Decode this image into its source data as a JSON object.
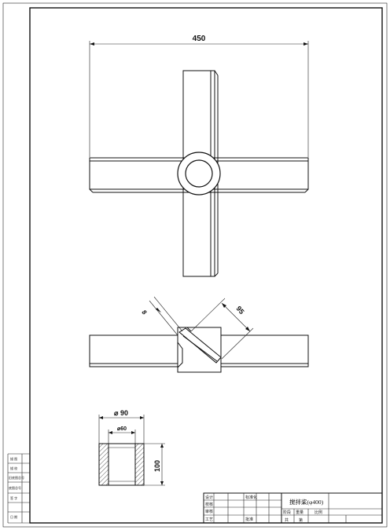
{
  "drawing": {
    "dims": {
      "span": "450",
      "blade_height": "95",
      "blade_thickness": "8",
      "hub_outer": "⌀ 90",
      "hub_inner": "⌀60",
      "hub_height": "100"
    },
    "title": "搅拌桨(φ400)",
    "side_labels": [
      "描 图",
      "描 校",
      "旧底图总号",
      "底图总号",
      "签 字",
      "日 期"
    ],
    "title_block": {
      "r1": [
        "设计",
        "",
        "标准化"
      ],
      "r2": [
        "校核",
        "",
        ""
      ],
      "r3": [
        "审核",
        "",
        ""
      ],
      "r4": [
        "工艺",
        "",
        "批准"
      ],
      "right": [
        "阶段",
        "重量",
        "比例"
      ],
      "sheet": [
        "共",
        "第"
      ]
    }
  }
}
